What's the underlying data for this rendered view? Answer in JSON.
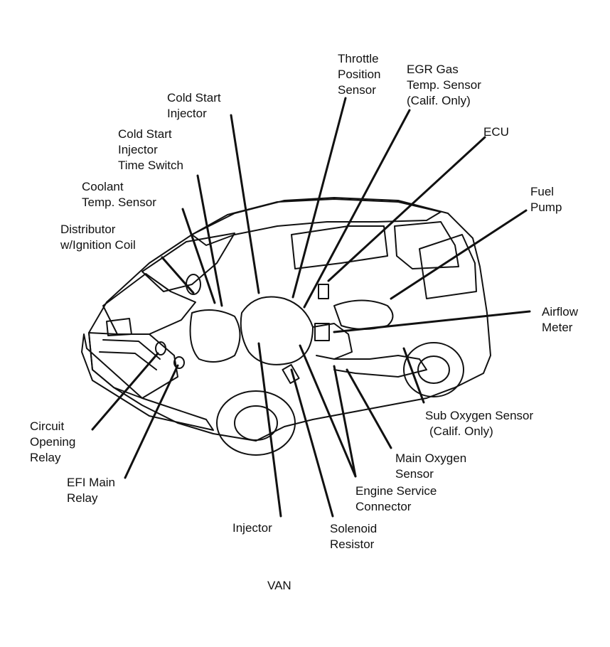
{
  "labels": {
    "throttle_position_sensor": [
      "Throttle",
      "Position",
      "Sensor"
    ],
    "egr_gas_temp_sensor": [
      "EGR Gas",
      "Temp. Sensor",
      "(Calif. Only)"
    ],
    "cold_start_injector": [
      "Cold Start",
      "Injector"
    ],
    "ecu": [
      "ECU"
    ],
    "cold_start_injector_time_switch": [
      "Cold Start",
      "Injector",
      "Time Switch"
    ],
    "fuel_pump": [
      "Fuel",
      "Pump"
    ],
    "coolant_temp_sensor": [
      "Coolant",
      "Temp. Sensor"
    ],
    "distributor_ignition_coil": [
      "Distributor",
      "w/Ignition Coil"
    ],
    "airflow_meter": [
      "Airflow",
      "Meter"
    ],
    "sub_oxygen_sensor": [
      "Sub Oxygen Sensor",
      "(Calif. Only)"
    ],
    "circuit_opening_relay": [
      "Circuit",
      "Opening",
      "Relay"
    ],
    "main_oxygen_sensor": [
      "Main Oxygen",
      "Sensor"
    ],
    "efi_main_relay": [
      "EFI Main",
      "Relay"
    ],
    "engine_service_connector": [
      "Engine Service",
      "Connector"
    ],
    "injector": [
      "Injector"
    ],
    "solenoid_resistor": [
      "Solenoid",
      "Resistor"
    ],
    "caption": [
      "VAN"
    ]
  }
}
